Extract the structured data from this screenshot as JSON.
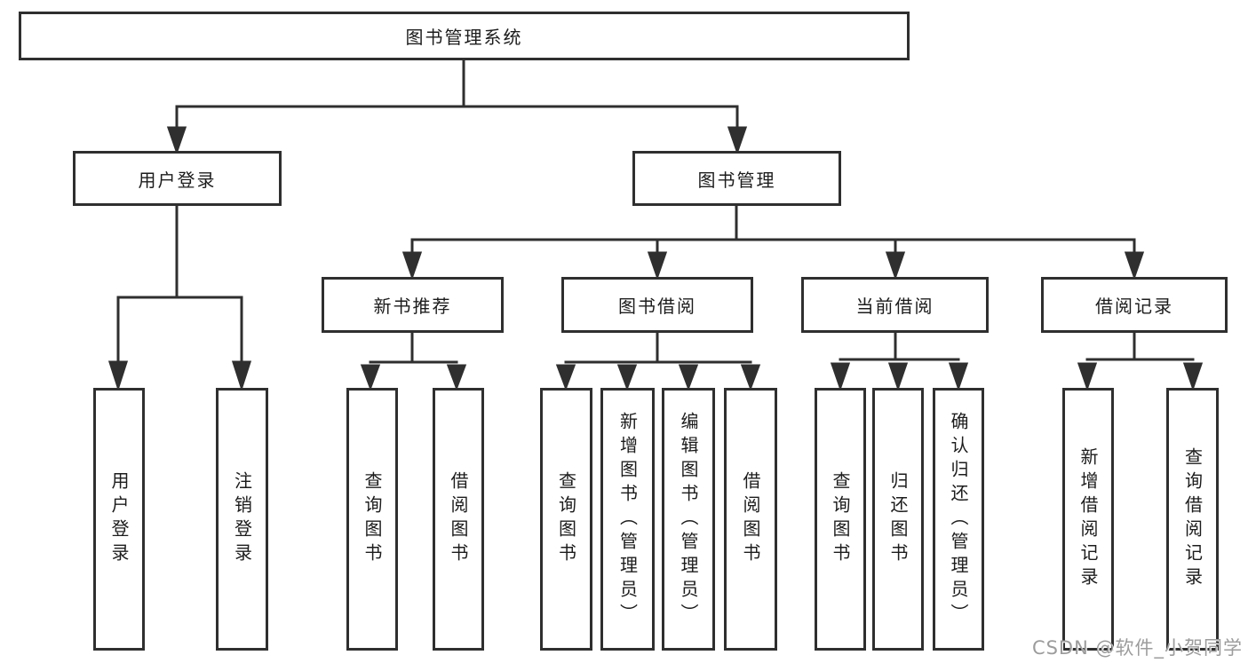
{
  "title": "图书管理系统",
  "level2": [
    {
      "label": "用户登录"
    },
    {
      "label": "图书管理"
    }
  ],
  "level3": [
    {
      "label": "新书推荐"
    },
    {
      "label": "图书借阅"
    },
    {
      "label": "当前借阅"
    },
    {
      "label": "借阅记录"
    }
  ],
  "leaves": {
    "user_login": [
      {
        "label": "用户登录"
      },
      {
        "label": "注销登录"
      }
    ],
    "new_book": [
      {
        "label": "查询图书"
      },
      {
        "label": "借阅图书"
      }
    ],
    "book_borrow": [
      {
        "label": "查询图书"
      },
      {
        "label": "新增图书（管理员）"
      },
      {
        "label": "编辑图书（管理员）"
      },
      {
        "label": "借阅图书"
      }
    ],
    "current_borrow": [
      {
        "label": "查询图书"
      },
      {
        "label": "归还图书"
      },
      {
        "label": "确认归还（管理员）"
      }
    ],
    "borrow_record": [
      {
        "label": "新增借阅记录"
      },
      {
        "label": "查询借阅记录"
      }
    ]
  },
  "watermark": "CSDN @软件_小贺同学",
  "colors": {
    "line": "#2f2f2f",
    "box_border": "#2f2f2f",
    "box_bg": "#ffffff",
    "text": "#1c1c1c",
    "watermark": "#9c9c9c"
  }
}
